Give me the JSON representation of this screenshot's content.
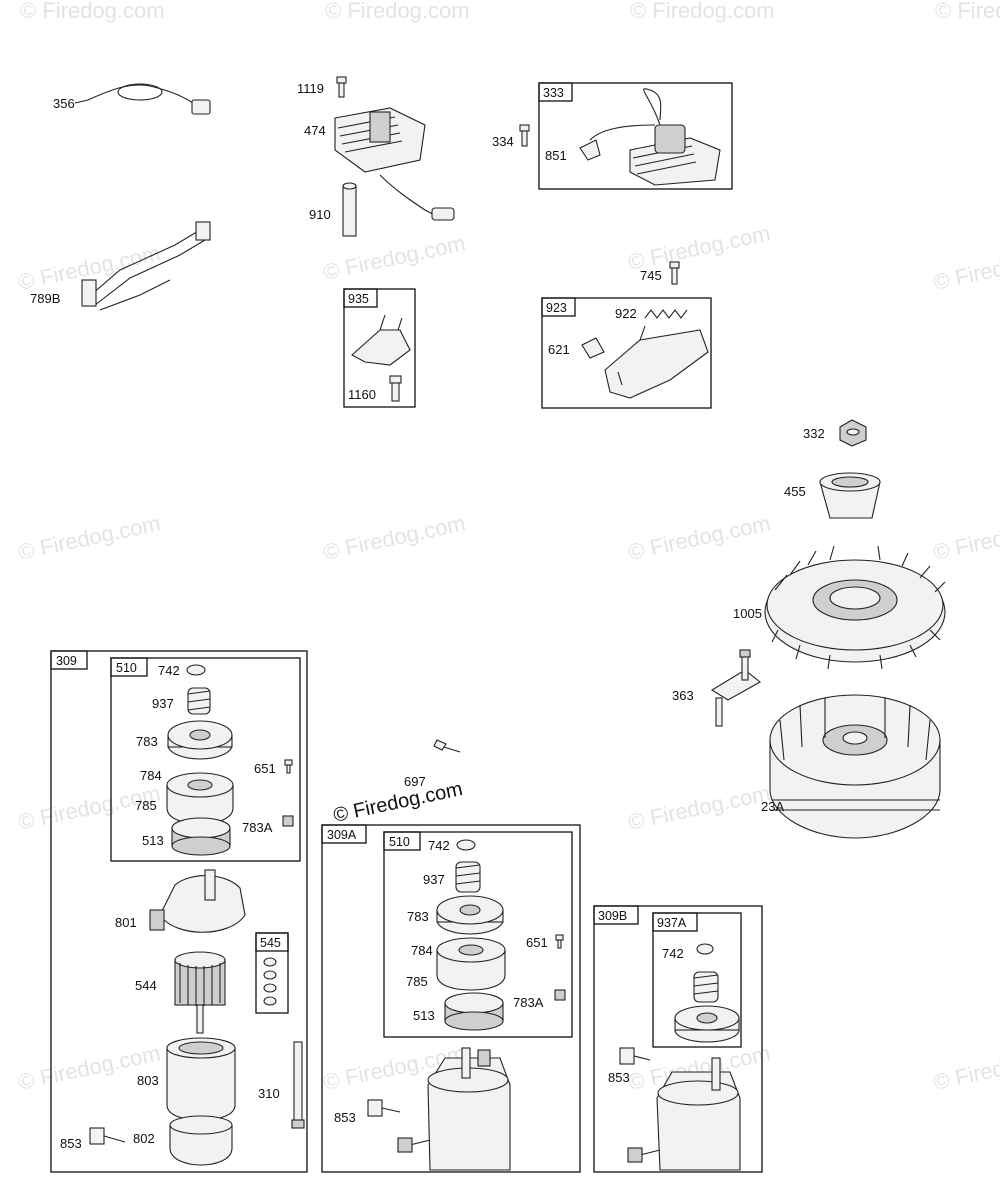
{
  "watermark": "© Firedog.com",
  "labels": {
    "l356": "356",
    "l789B": "789B",
    "l1119": "1119",
    "l474": "474",
    "l910": "910",
    "l935": "935",
    "l1160": "1160",
    "l333": "333",
    "l334": "334",
    "l851": "851",
    "l745": "745",
    "l923": "923",
    "l922": "922",
    "l621": "621",
    "l332": "332",
    "l455": "455",
    "l1005": "1005",
    "l363": "363",
    "l23A": "23A",
    "l697": "697",
    "l309": "309",
    "l510a": "510",
    "l742a": "742",
    "l937a": "937",
    "l783a": "783",
    "l651a": "651",
    "l784a": "784",
    "l785a": "785",
    "l783Aa": "783A",
    "l513a": "513",
    "l801": "801",
    "l545": "545",
    "l544": "544",
    "l803": "803",
    "l310": "310",
    "l853a": "853",
    "l802": "802",
    "l309A": "309A",
    "l510b": "510",
    "l742b": "742",
    "l937b": "937",
    "l783b": "783",
    "l651b": "651",
    "l784b": "784",
    "l785b": "785",
    "l783Ab": "783A",
    "l513b": "513",
    "l853b": "853",
    "l309B": "309B",
    "l937A": "937A",
    "l742c": "742",
    "l853c": "853"
  }
}
